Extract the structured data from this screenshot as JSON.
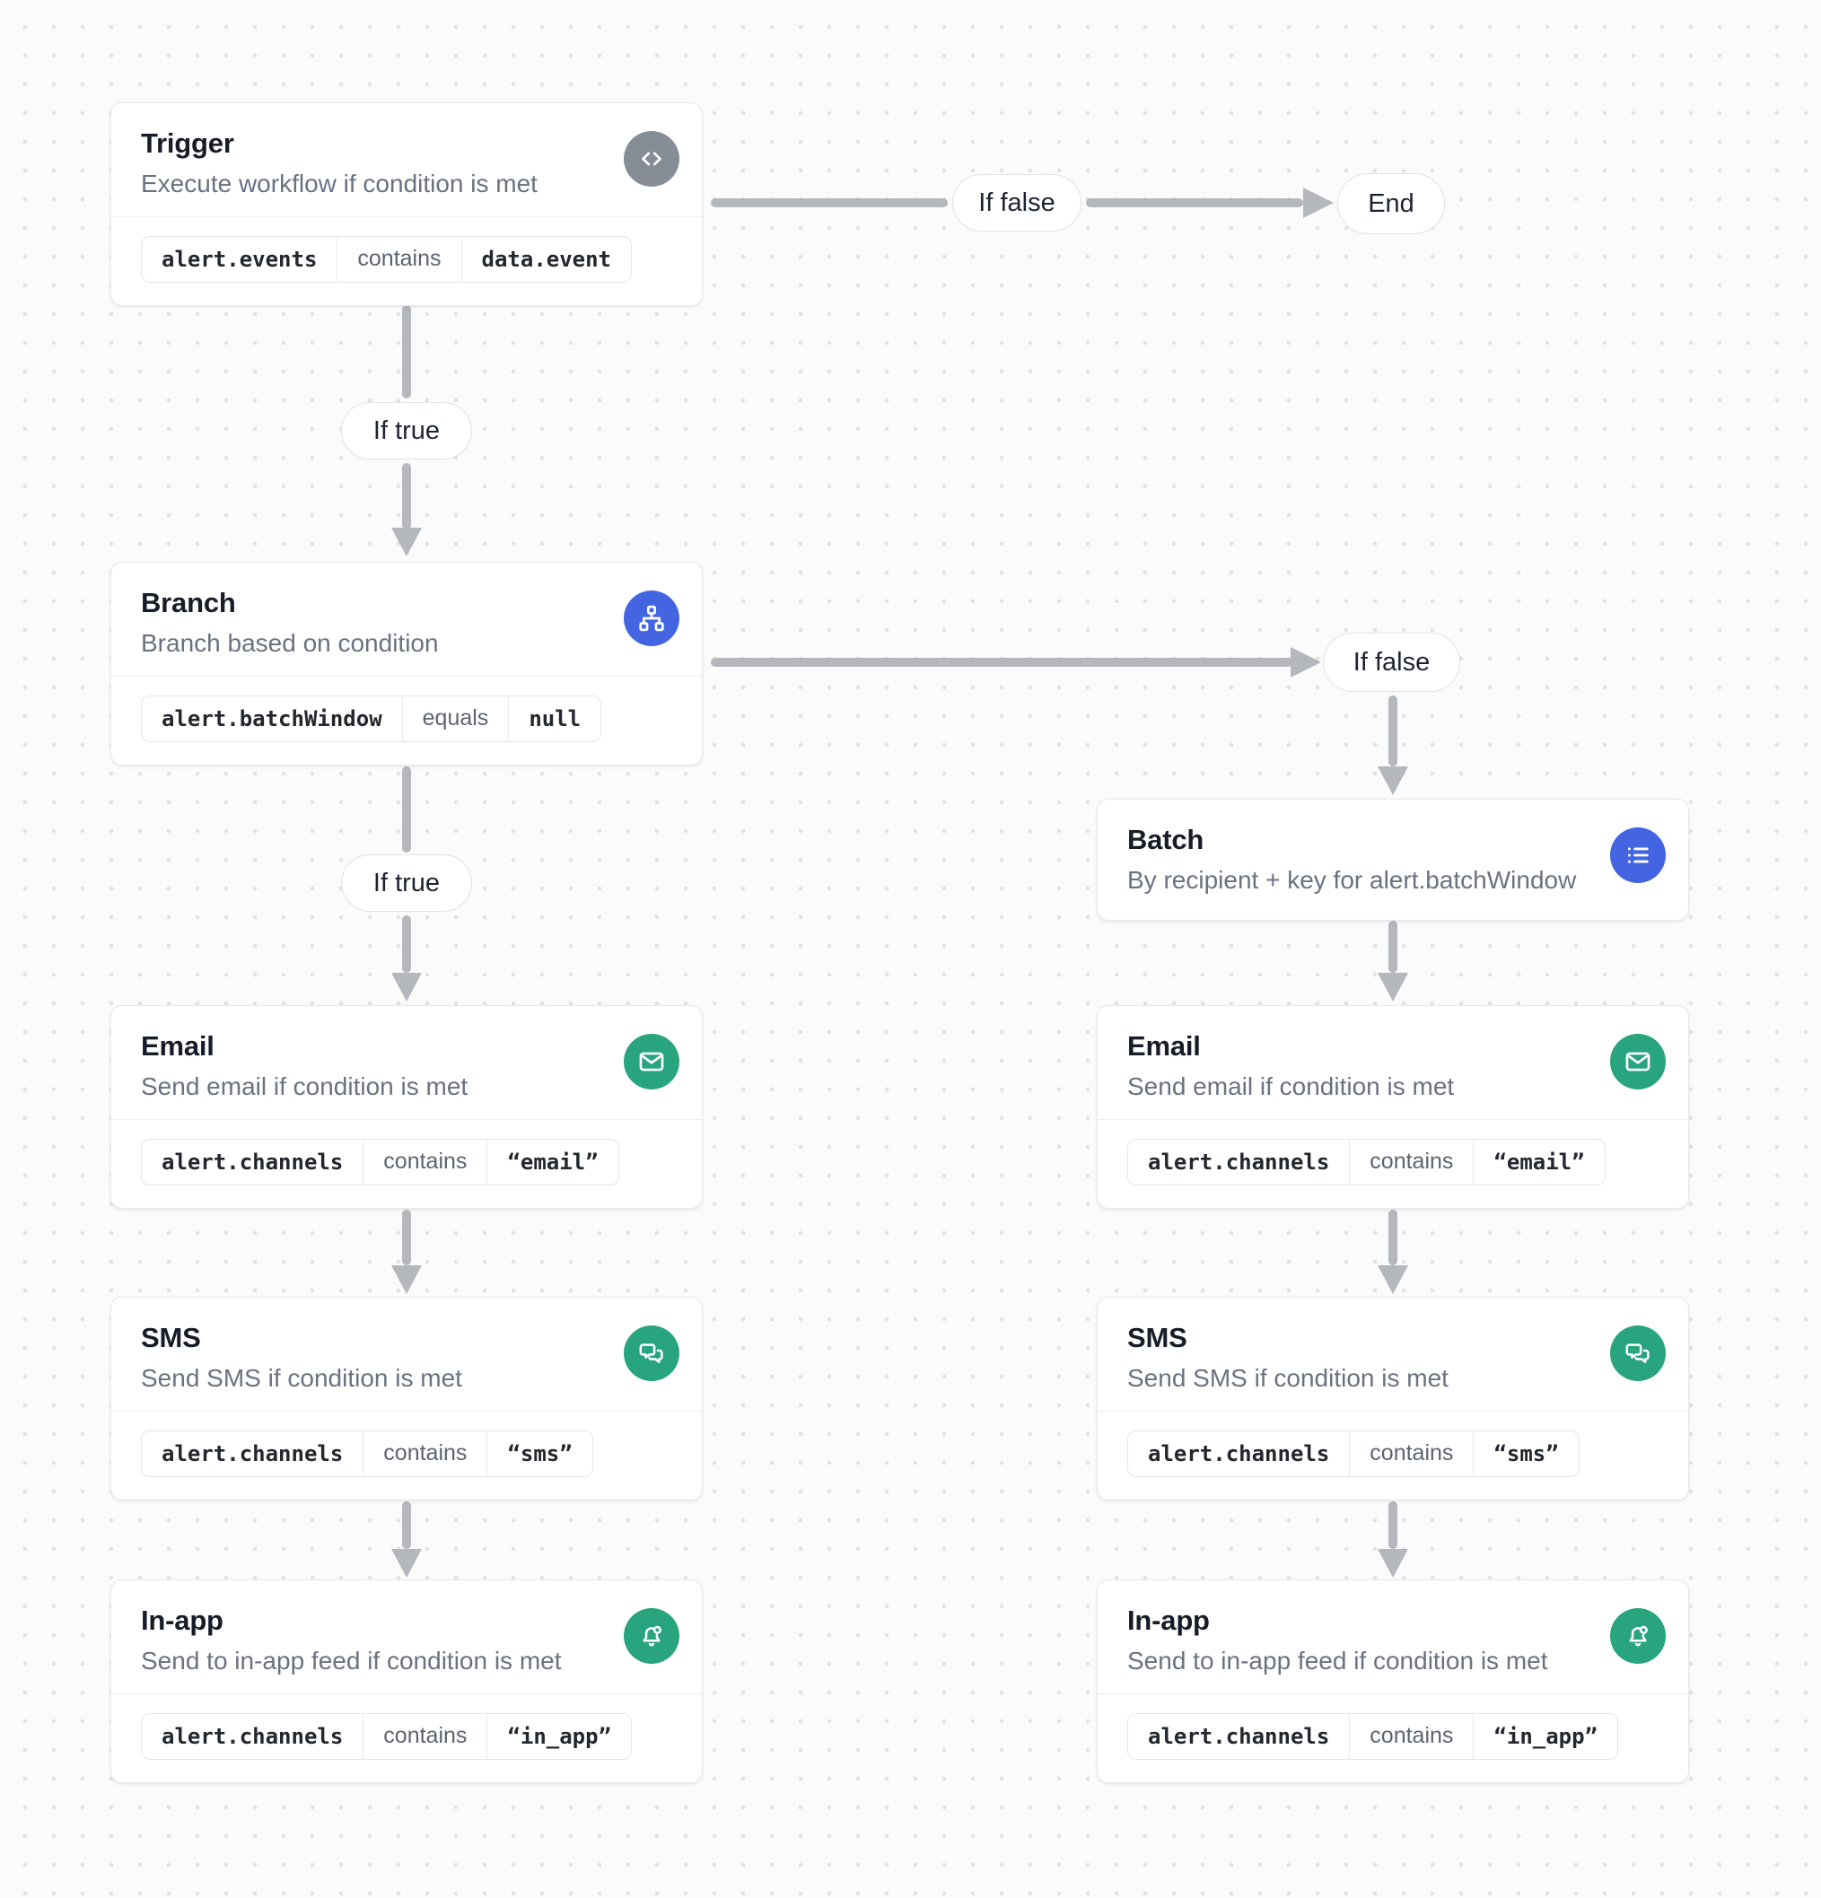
{
  "colors": {
    "canvas_bg": "#fbfbfc",
    "dot": "#e2e3e7",
    "node_bg": "#ffffff",
    "node_border": "#e7e8ec",
    "title_text": "#171c28",
    "subtitle_text": "#6a7280",
    "chip_text": "#23272e",
    "operator_text": "#5d6470",
    "arrow": "#b4b7bc",
    "pill_border": "#dfe2e7",
    "pill_text": "#1d2330",
    "icon_gray": "#868d96",
    "icon_blue": "#4365e2",
    "icon_green": "#28a47e"
  },
  "labels": {
    "if_true": "If true",
    "if_false": "If false",
    "end": "End"
  },
  "nodes": {
    "trigger": {
      "title": "Trigger",
      "subtitle": "Execute workflow if condition is met",
      "icon": "code-icon",
      "condition": {
        "field": "alert.events",
        "operator": "contains",
        "value": "data.event"
      }
    },
    "branch": {
      "title": "Branch",
      "subtitle": "Branch based on condition",
      "icon": "sitemap-icon",
      "condition": {
        "field": "alert.batchWindow",
        "operator": "equals",
        "value": "null"
      }
    },
    "batch": {
      "title": "Batch",
      "subtitle": "By recipient + key for alert.batchWindow",
      "icon": "list-icon"
    },
    "email": {
      "title": "Email",
      "subtitle": "Send email if condition is met",
      "icon": "envelope-icon",
      "condition": {
        "field": "alert.channels",
        "operator": "contains",
        "value": "“email”"
      }
    },
    "sms": {
      "title": "SMS",
      "subtitle": "Send SMS if condition is met",
      "icon": "chat-bubbles-icon",
      "condition": {
        "field": "alert.channels",
        "operator": "contains",
        "value": "“sms”"
      }
    },
    "inapp": {
      "title": "In-app",
      "subtitle": "Send to in-app feed if condition is met",
      "icon": "bell-icon",
      "condition": {
        "field": "alert.channels",
        "operator": "contains",
        "value": "“in_app”"
      }
    }
  }
}
